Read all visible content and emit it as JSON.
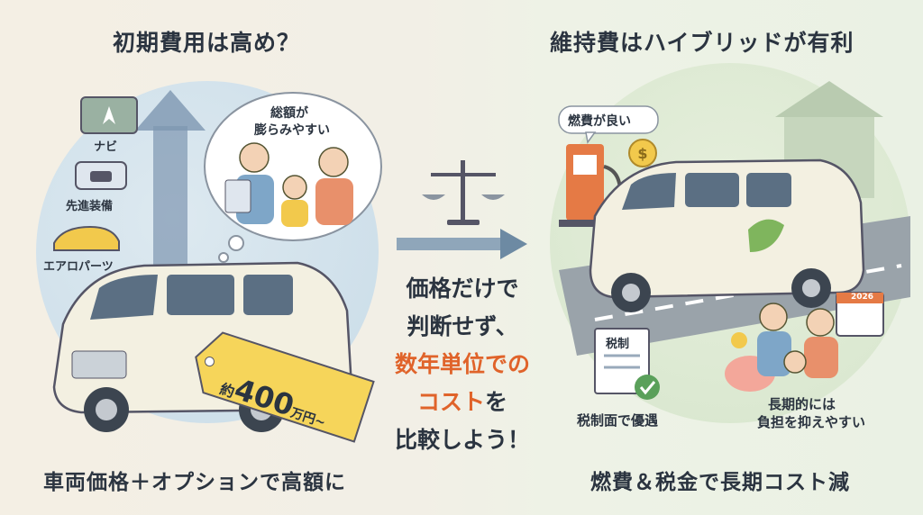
{
  "left": {
    "title": "初期費用は高め？",
    "caption": "車両価格＋オプションで高額に",
    "options": [
      "ナビ",
      "先進装備",
      "エアロパーツ"
    ],
    "thought": [
      "総額が",
      "膨らみやすい"
    ],
    "price_tag": {
      "prefix": "約",
      "amount": "400",
      "unit": "万円~"
    }
  },
  "center": {
    "lines": [
      "価格だけで",
      "判断せず、"
    ],
    "accent_lines": [
      "数年単位での",
      "コスト"
    ],
    "accent_suffix": "を",
    "final_line": "比較しよう！"
  },
  "right": {
    "title": "維持費はハイブリッドが有利",
    "caption": "燃費＆税金で長期コスト減",
    "fuel_bubble": "燃費が良い",
    "tax_doc": "税制",
    "tax_label": "税制面で優遇",
    "long_term": [
      "長期的には",
      "負担を抑えやすい"
    ],
    "calendar_year": "2026"
  },
  "colors": {
    "accent": "#e0632a",
    "tag": "#f6d55a",
    "text": "#2b3440"
  }
}
